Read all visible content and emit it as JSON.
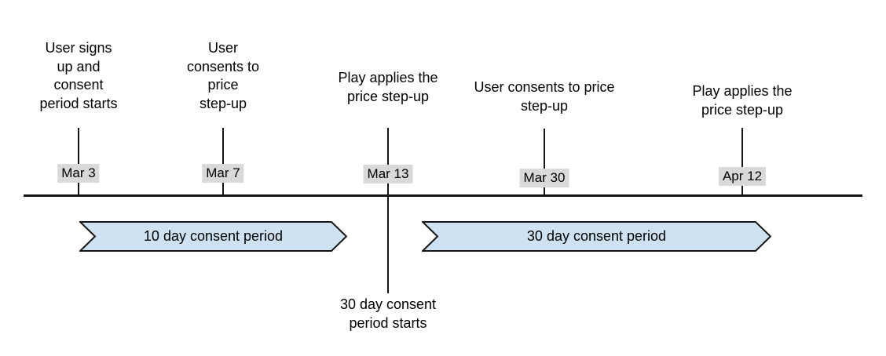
{
  "diagram": {
    "type": "timeline",
    "colors": {
      "background": "#ffffff",
      "line": "#141414",
      "date_chip_bg": "#d9d9d9",
      "band_fill": "#cfe2f3",
      "band_border": "#141414",
      "text": "#000000"
    },
    "events": [
      {
        "label": "User signs\nup and\nconsent\nperiod starts",
        "date": "Mar 3"
      },
      {
        "label": "User\nconsents to\nprice\nstep-up",
        "date": "Mar 7"
      },
      {
        "label": "Play applies the\nprice step-up",
        "date": "Mar 13"
      },
      {
        "label": "User consents to price\nstep-up",
        "date": "Mar 30"
      },
      {
        "label": "Play applies the\nprice step-up",
        "date": "Apr 12"
      }
    ],
    "bands": [
      {
        "label": "10 day consent period"
      },
      {
        "label": "30 day consent period"
      }
    ],
    "footnote": "30 day consent\nperiod starts"
  }
}
